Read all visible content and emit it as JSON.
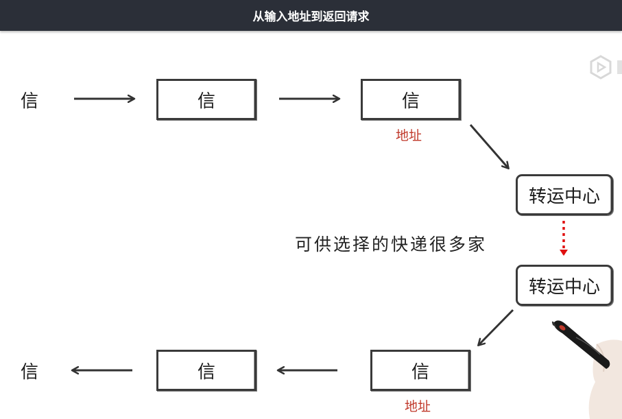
{
  "header": {
    "title": "从输入地址到返回请求"
  },
  "diagram": {
    "letter_start": "信",
    "letter_box_1": "信",
    "letter_box_2": "信",
    "address_top": "地址",
    "transfer_center_1": "转运中心",
    "courier_note": "可供选择的快递很多家",
    "transfer_center_2": "转运中心",
    "letter_box_3": "信",
    "address_bottom": "地址",
    "letter_box_4": "信",
    "letter_end": "信"
  },
  "colors": {
    "header_bg": "#2b2f38",
    "stroke": "#3a3a3a",
    "address_red": "#c0392b",
    "dotted_arrow_red": "#e01010"
  },
  "icons": [
    "logo-icon",
    "pen-hand-icon"
  ]
}
